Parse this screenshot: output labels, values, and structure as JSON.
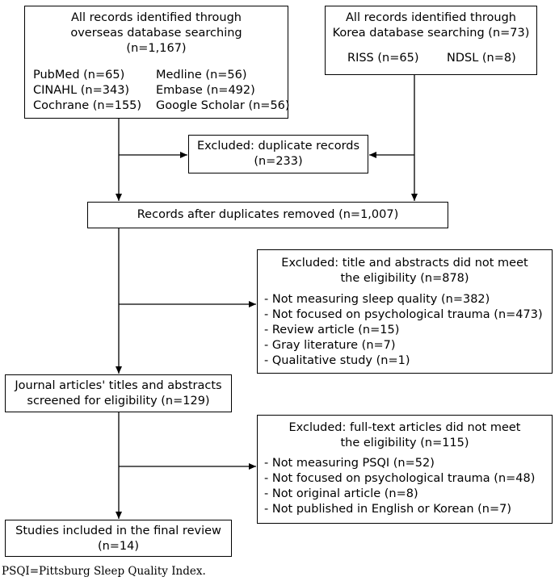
{
  "overseas": {
    "lines": [
      "All records identified through",
      "overseas database searching",
      "(n=1,167)"
    ],
    "databases": {
      "pubmed": "PubMed (n=65)",
      "medline": "Medline (n=56)",
      "cinahl": "CINAHL (n=343)",
      "embase": "Embase (n=492)",
      "cochrane": "Cochrane (n=155)",
      "google": "Google Scholar (n=56)"
    }
  },
  "korea": {
    "lines": [
      "All records identified through",
      "Korea database searching (n=73)"
    ],
    "databases": {
      "riss": "RISS (n=65)",
      "ndsl": "NDSL (n=8)"
    }
  },
  "duplicates": {
    "lines": [
      "Excluded: duplicate records",
      "(n=233)"
    ]
  },
  "after_duplicates": {
    "label": "Records after duplicates removed (n=1,007)"
  },
  "excluded_title": {
    "lines": [
      "Excluded: title and abstracts did not meet",
      "the eligibility (n=878)"
    ],
    "items": [
      "- Not measuring sleep quality (n=382)",
      "- Not focused on psychological trauma (n=473)",
      "- Review article (n=15)",
      "- Gray literature (n=7)",
      "- Qualitative study (n=1)"
    ]
  },
  "screened": {
    "lines": [
      "Journal articles' titles and abstracts",
      "screened for eligibility (n=129)"
    ]
  },
  "excluded_fulltext": {
    "lines": [
      "Excluded: full-text articles did not meet",
      "the eligibility (n=115)"
    ],
    "items": [
      "- Not measuring PSQI (n=52)",
      "- Not focused on psychological trauma (n=48)",
      "- Not original article (n=8)",
      "- Not published in English or Korean (n=7)"
    ]
  },
  "included": {
    "lines": [
      "Studies included in the final review",
      "(n=14)"
    ]
  },
  "footnote": "PSQI=Pittsburg Sleep Quality Index."
}
